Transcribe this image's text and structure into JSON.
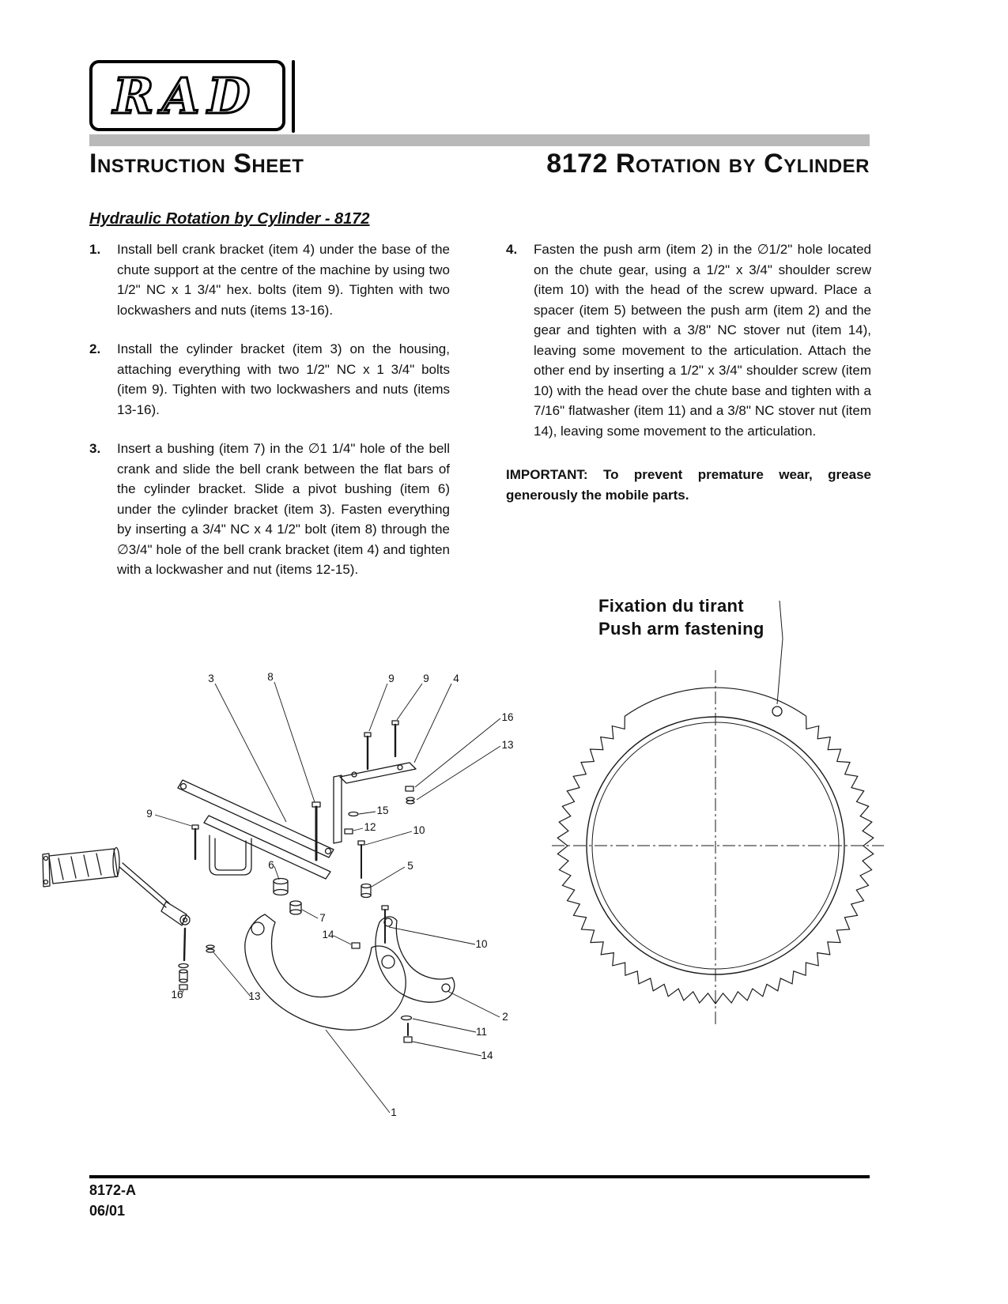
{
  "logo": {
    "text": "RAD"
  },
  "header": {
    "left_title": "Instruction Sheet",
    "right_title": "8172 Rotation by Cylinder"
  },
  "section_title": "Hydraulic Rotation by Cylinder - 8172",
  "steps": [
    {
      "num": "1.",
      "text": "Install bell crank bracket (item 4) under the base of the chute support at the centre of the machine by using two 1/2\" NC x 1 3/4\" hex. bolts (item 9). Tighten with two lockwashers and nuts (items 13-16)."
    },
    {
      "num": "2.",
      "text": "Install the cylinder bracket (item 3) on the housing, attaching everything with two 1/2\" NC x 1 3/4\" bolts (item 9). Tighten with two lockwashers and nuts (items 13-16)."
    },
    {
      "num": "3.",
      "text": "Insert a bushing (item 7) in the ∅1 1/4\" hole of the bell crank and slide the bell crank between the flat bars of the cylinder bracket.  Slide a pivot bushing (item 6) under the cylinder bracket (item 3). Fasten everything by inserting a 3/4\" NC x 4 1/2\" bolt (item 8) through the ∅3/4\" hole of the bell crank bracket (item 4) and tighten with a lockwasher and nut (items 12-15)."
    },
    {
      "num": "4.",
      "text": "Fasten the push arm (item 2) in the ∅1/2\" hole located on the chute gear, using a 1/2\" x 3/4\" shoulder screw (item 10) with the head of the screw upward. Place a spacer (item 5) between the push arm (item 2) and the gear and tighten with a 3/8\" NC stover nut (item 14), leaving some movement to the articulation. Attach the other end by inserting a 1/2\" x 3/4\" shoulder screw (item 10) with the head over the chute base and tighten with a 7/16\" flatwasher (item 11) and a 3/8\" NC stover nut (item 14), leaving some movement to the articulation."
    }
  ],
  "important_note": "IMPORTANT: To prevent premature wear, grease generously the mobile parts.",
  "gear_label": {
    "line1": "Fixation du tirant",
    "line2": "Push arm fastening"
  },
  "diagram": {
    "callouts": [
      "3",
      "8",
      "9",
      "9",
      "4",
      "16",
      "13",
      "9",
      "15",
      "12",
      "10",
      "6",
      "5",
      "7",
      "14",
      "10",
      "16",
      "13",
      "2",
      "11",
      "14",
      "1"
    ]
  },
  "footer": {
    "doc_number": "8172-A",
    "date": "06/01"
  }
}
